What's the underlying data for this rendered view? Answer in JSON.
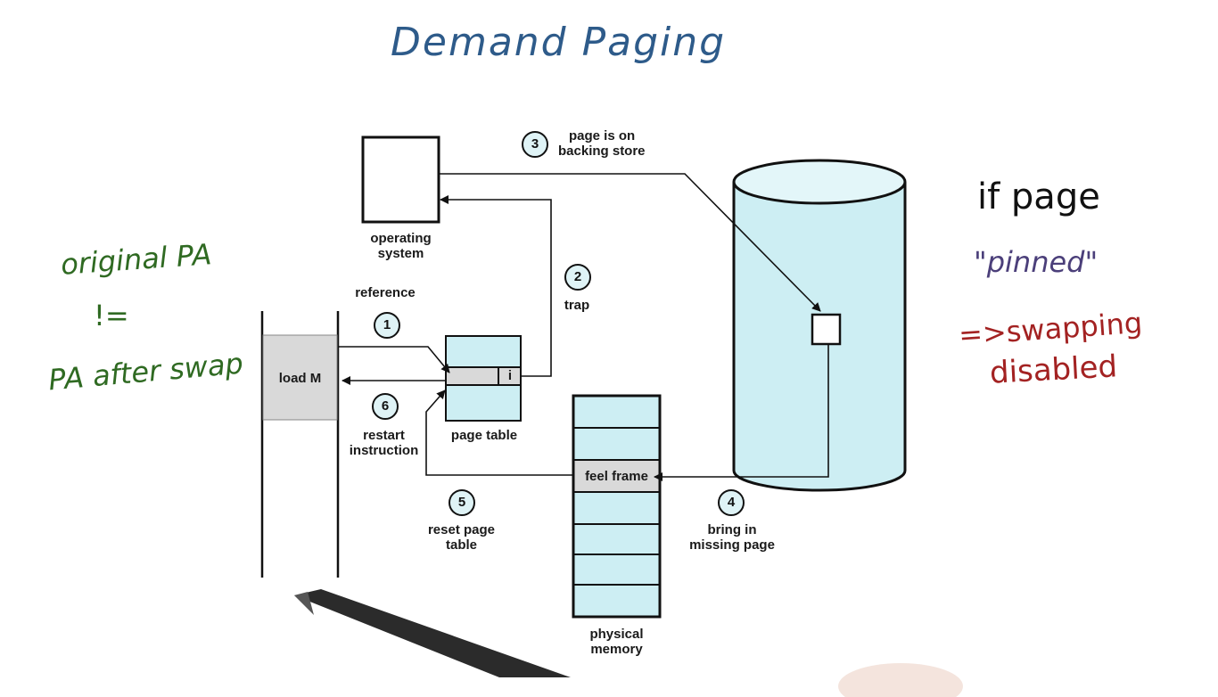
{
  "title": "Demand Paging",
  "colors": {
    "title": "#2e5b8a",
    "left_notes": "#2f6a22",
    "if_page": "#111111",
    "pinned": "#4b3f7a",
    "swapping": "#a32222",
    "cyan_fill": "#cdeef3",
    "gray_fill": "#d9d9d9"
  },
  "diagram": {
    "os_label": [
      "operating",
      "system"
    ],
    "reference_label": "reference",
    "trap_label": "trap",
    "backing_store_label": [
      "page is on",
      "backing store"
    ],
    "load_label": "load M",
    "page_table_label": "page table",
    "page_table_bit": "i",
    "restart_label": [
      "restart",
      "instruction"
    ],
    "reset_label": [
      "reset page",
      "table"
    ],
    "free_frame_label": "feel frame",
    "bring_in_label": [
      "bring in",
      "missing page"
    ],
    "physical_memory_label": [
      "physical",
      "memory"
    ],
    "steps": [
      "1",
      "2",
      "3",
      "4",
      "5",
      "6"
    ]
  },
  "annotations": {
    "left": [
      "original PA",
      "!=",
      "PA after swap"
    ],
    "right": {
      "if_page": "if page",
      "pinned": "\"pinned\"",
      "swapping": "=>swapping",
      "disabled": "disabled"
    }
  }
}
